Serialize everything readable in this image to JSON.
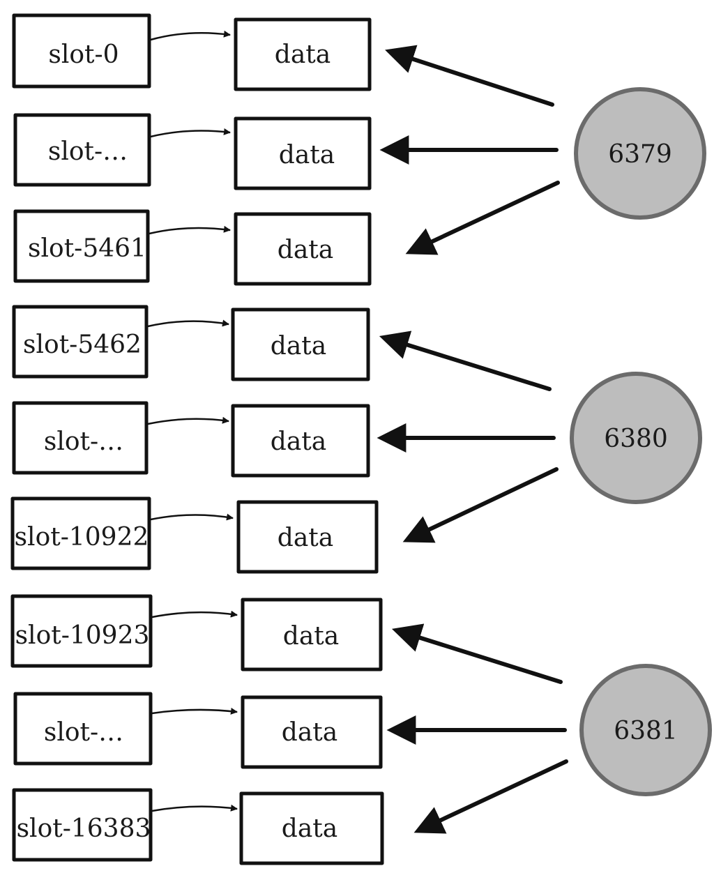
{
  "slots": [
    {
      "slot_label": "slot-0",
      "data_label": "data"
    },
    {
      "slot_label": "slot-…",
      "data_label": "data"
    },
    {
      "slot_label": "slot-5461",
      "data_label": "data"
    },
    {
      "slot_label": "slot-5462",
      "data_label": "data"
    },
    {
      "slot_label": "slot-…",
      "data_label": "data"
    },
    {
      "slot_label": "slot-10922",
      "data_label": "data"
    },
    {
      "slot_label": "slot-10923",
      "data_label": "data"
    },
    {
      "slot_label": "slot-…",
      "data_label": "data"
    },
    {
      "slot_label": "slot-16383",
      "data_label": "data"
    }
  ],
  "nodes": [
    {
      "label": "6379",
      "fill": "#bdbdbd",
      "stroke": "#6b6b6b",
      "slot_rows": [
        0,
        1,
        2
      ]
    },
    {
      "label": "6380",
      "fill": "#bdbdbd",
      "stroke": "#6b6b6b",
      "slot_rows": [
        3,
        4,
        5
      ]
    },
    {
      "label": "6381",
      "fill": "#bdbdbd",
      "stroke": "#6b6b6b",
      "slot_rows": [
        6,
        7,
        8
      ]
    }
  ]
}
